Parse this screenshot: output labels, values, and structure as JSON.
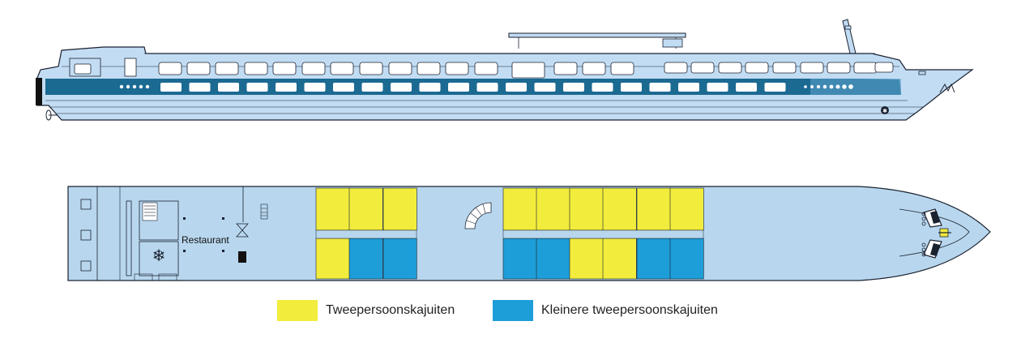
{
  "colors": {
    "hull": "#c2dcf3",
    "hull_stroke": "#1a2230",
    "stripe": "#1b6a92",
    "window": "#ffffff",
    "deck_fill": "#b8d7ee",
    "cabin_standard": "#f2ec3c",
    "cabin_small": "#1d9ed8"
  },
  "labels": {
    "restaurant": "Restaurant"
  },
  "icons": [
    "snowflake-icon",
    "spiral-staircase-icon",
    "anchor-icon",
    "propeller-icon"
  ],
  "legend": [
    {
      "label": "Tweepersoonskajuiten",
      "color": "#f2ec3c"
    },
    {
      "label": "Kleinere tweepersoonskajuiten",
      "color": "#1d9ed8"
    }
  ],
  "cabins": {
    "top_row": [
      "standard",
      "standard",
      "standard",
      "standard",
      "standard",
      "standard",
      "standard",
      "standard",
      "standard"
    ],
    "bottom_row": [
      "standard",
      "small",
      "small",
      "small",
      "small",
      "standard",
      "standard",
      "small",
      "small"
    ]
  }
}
